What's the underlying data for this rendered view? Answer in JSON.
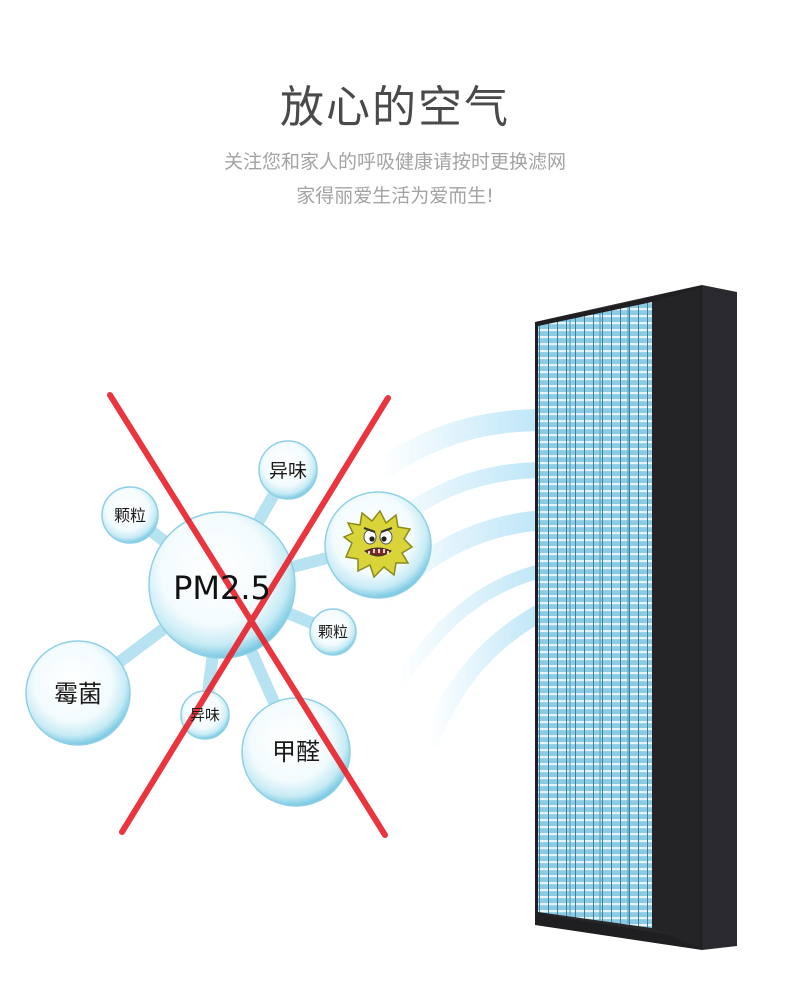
{
  "header": {
    "title": "放心的空气",
    "subtitle_line1": "关注您和家人的呼吸健康请按时更换滤网",
    "subtitle_line2": "家得丽爱生活为爱而生!"
  },
  "bubbles": {
    "pm25": "PM2.5",
    "odor_top": "异味",
    "particle_left": "颗粒",
    "particle_right": "颗粒",
    "mold": "霉菌",
    "odor_bottom": "异味",
    "formaldehyde": "甲醛"
  },
  "colors": {
    "cross": "#e8202a",
    "filter_media": "#7ec3e0",
    "filter_frame": "#1f1f22",
    "bubble_edge": "#6fc4e0"
  },
  "icons": {
    "germ": "germ-icon",
    "cross": "x-cross-icon"
  }
}
